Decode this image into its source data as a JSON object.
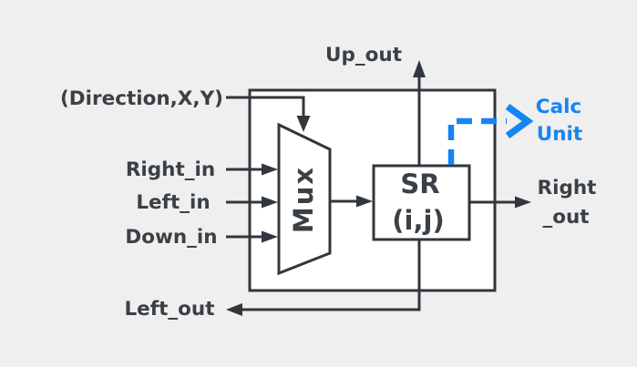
{
  "diagram": {
    "type": "block-diagram",
    "background": "#efefef",
    "stroke_color": "#31373d",
    "text_color": "#3a4046",
    "accent_blue": "#1585f2",
    "block_fill": "#ffffff",
    "blocks": {
      "pe_block": "processing-element-outline",
      "mux": "Mux",
      "sr_line1": "SR",
      "sr_line2": "(i,j)"
    },
    "labels": {
      "direction": "(Direction,X,Y)",
      "up_out": "Up_out",
      "right_in": "Right_in",
      "left_in": "Left_in",
      "down_in": "Down_in",
      "left_out": "Left_out",
      "right_out_line1": "Right",
      "right_out_line2": "_out",
      "calc_unit_line1": "Calc",
      "calc_unit_line2": "Unit"
    }
  }
}
